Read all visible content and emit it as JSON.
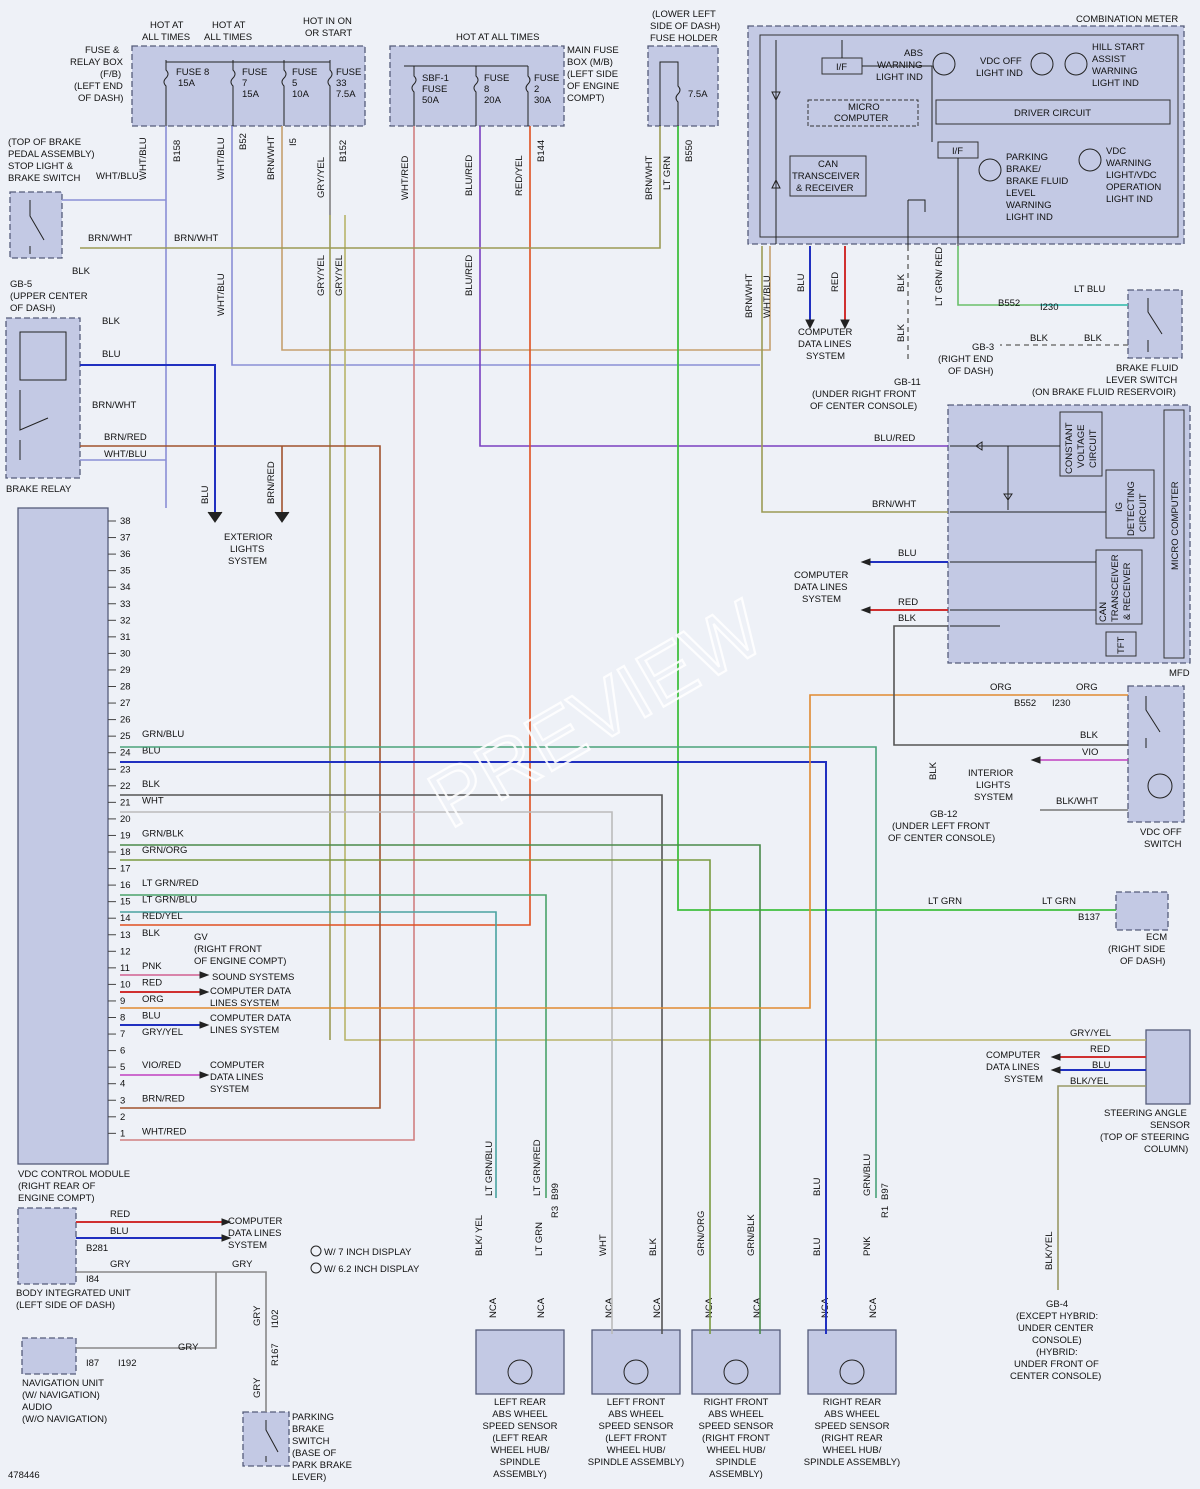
{
  "fuse_headers": {
    "hot1": "HOT AT",
    "hot1b": "ALL TIMES",
    "hot2": "HOT AT",
    "hot2b": "ALL TIMES",
    "hot3": "HOT IN ON",
    "hot3b": "OR START",
    "hot4": "HOT AT ALL TIMES",
    "fb1": "FUSE &",
    "fb2": "RELAY BOX",
    "fb3": "(F/B)",
    "fb4": "(LEFT END",
    "fb5": "OF DASH)",
    "mb1": "MAIN FUSE",
    "mb2": "BOX (M/B)",
    "mb3": "(LEFT SIDE",
    "mb4": "OF ENGINE",
    "mb5": "COMPT)",
    "lh1": "(LOWER LEFT",
    "lh2": "SIDE OF DASH)",
    "lh3": "FUSE HOLDER"
  },
  "fuses": {
    "f8": "FUSE 8",
    "f8a": "15A",
    "f7": "FUSE",
    "f7n": "7",
    "f7a": "15A",
    "f5": "FUSE",
    "f5n": "5",
    "f5a": "10A",
    "f33": "FUSE",
    "f33n": "33",
    "f33a": "7.5A",
    "sbf1": "SBF-1",
    "sbf1b": "FUSE",
    "sbf1a": "50A",
    "m8": "FUSE",
    "m8n": "8",
    "m8a": "20A",
    "m2": "FUSE",
    "m2n": "2",
    "m2a": "30A",
    "h75": "7.5A"
  },
  "combination_meter": {
    "title": "COMBINATION METER",
    "if1": "I/F",
    "abs1": "ABS",
    "abs2": "WARNING",
    "abs3": "LIGHT IND",
    "vdcoff1": "VDC OFF",
    "vdcoff2": "LIGHT IND",
    "hill1": "HILL START",
    "hill2": "ASSIST",
    "hill3": "WARNING",
    "hill4": "LIGHT IND",
    "micro1": "MICRO",
    "micro2": "COMPUTER",
    "drv": "DRIVER CIRCUIT",
    "can1": "CAN",
    "can2": "TRANSCEIVER",
    "can3": "& RECEIVER",
    "if2": "I/F",
    "park1": "PARKING",
    "park2": "BRAKE/",
    "park3": "BRAKE FLUID",
    "park4": "LEVEL",
    "park5": "WARNING",
    "park6": "LIGHT IND",
    "vdcw1": "VDC",
    "vdcw2": "WARNING",
    "vdcw3": "LIGHT/VDC",
    "vdcw4": "OPERATION",
    "vdcw5": "LIGHT IND"
  },
  "brake_switch": {
    "l1": "(TOP OF BRAKE",
    "l2": "PEDAL ASSEMBLY)",
    "l3": "STOP LIGHT &",
    "l4": "BRAKE SWITCH"
  },
  "gb5": {
    "l1": "GB-5",
    "l2": "(UPPER CENTER",
    "l3": "OF DASH)"
  },
  "brake_relay": {
    "name": "BRAKE RELAY"
  },
  "exterior": {
    "l1": "EXTERIOR",
    "l2": "LIGHTS",
    "l3": "SYSTEM"
  },
  "cdl": {
    "l1": "COMPUTER",
    "l2": "DATA LINES",
    "l3": "SYSTEM"
  },
  "gb11": {
    "l1": "GB-11",
    "l2": "(UNDER RIGHT FRONT",
    "l3": "OF CENTER CONSOLE)"
  },
  "bfl_switch": {
    "l1": "BRAKE FLUID",
    "l2": "LEVER SWITCH",
    "l3": "(ON BRAKE FLUID RESERVOIR)"
  },
  "gb3": {
    "l1": "GB-3",
    "l2": "(RIGHT END",
    "l3": "OF DASH)"
  },
  "mfd": {
    "name": "MFD",
    "cvc1": "CONSTANT",
    "cvc2": "VOLTAGE",
    "cvc3": "CIRCUIT",
    "ig1": "IG",
    "ig2": "DETECTING",
    "ig3": "CIRCUIT",
    "mc": "MICRO COMPUTER",
    "can1": "CAN",
    "can2": "TRANSCEIVER",
    "can3": "& RECEIVER",
    "tft": "TFT"
  },
  "vdc_switch": {
    "l1": "VDC OFF",
    "l2": "SWITCH"
  },
  "interior": {
    "l1": "INTERIOR",
    "l2": "LIGHTS",
    "l3": "SYSTEM"
  },
  "gb12": {
    "l1": "GB-12",
    "l2": "(UNDER LEFT FRONT",
    "l3": "OF CENTER CONSOLE)"
  },
  "ecm": {
    "l1": "ECM",
    "l2": "(RIGHT SIDE",
    "l3": "OF DASH)"
  },
  "steering": {
    "l1": "STEERING ANGLE",
    "l2": "SENSOR",
    "l3": "(TOP OF STEERING",
    "l4": "COLUMN)"
  },
  "gb4": {
    "l1": "GB-4",
    "l2": "(EXCEPT HYBRID:",
    "l3": "UNDER CENTER",
    "l4": "CONSOLE)",
    "l5": "(HYBRID:",
    "l6": "UNDER FRONT OF",
    "l7": "CENTER CONSOLE)"
  },
  "vdc_module": {
    "l1": "VDC CONTROL MODULE",
    "l2": "(RIGHT REAR OF",
    "l3": "ENGINE COMPT)"
  },
  "biu": {
    "l1": "BODY INTEGRATED UNIT",
    "l2": "(LEFT SIDE OF DASH)"
  },
  "nav": {
    "l1": "NAVIGATION UNIT",
    "l2": "(W/ NAVIGATION)",
    "l3": "AUDIO",
    "l4": "(W/O NAVIGATION)"
  },
  "notes": {
    "n1": "W/ 7 INCH DISPLAY",
    "n2": "W/ 6.2 INCH DISPLAY"
  },
  "gv": {
    "l1": "GV",
    "l2": "(RIGHT FRONT",
    "l3": "OF ENGINE COMPT)"
  },
  "side_systems": {
    "sound": "SOUND SYSTEMS",
    "cdl": "COMPUTER DATA",
    "cdl2": "LINES SYSTEM",
    "cdl3": "COMPUTER DATA",
    "cdl4": "LINES SYSTEM",
    "cdl5": "COMPUTER",
    "cdl6": "DATA LINES",
    "cdl7": "SYSTEM"
  },
  "park_switch": {
    "l1": "PARKING",
    "l2": "BRAKE",
    "l3": "SWITCH",
    "l4": "(BASE OF",
    "l5": "PARK BRAKE",
    "l6": "LEVER)"
  },
  "sensors": [
    {
      "l1": "LEFT REAR",
      "l2": "ABS WHEEL",
      "l3": "SPEED SENSOR",
      "l4": "(LEFT REAR",
      "l5": "WHEEL HUB/",
      "l6": "SPINDLE",
      "l7": "ASSEMBLY)"
    },
    {
      "l1": "LEFT FRONT",
      "l2": "ABS WHEEL",
      "l3": "SPEED SENSOR",
      "l4": "(LEFT FRONT",
      "l5": "WHEEL HUB/",
      "l6": "SPINDLE ASSEMBLY)",
      "l7": ""
    },
    {
      "l1": "RIGHT FRONT",
      "l2": "ABS WHEEL",
      "l3": "SPEED SENSOR",
      "l4": "(RIGHT FRONT",
      "l5": "WHEEL HUB/",
      "l6": "SPINDLE",
      "l7": "ASSEMBLY)"
    },
    {
      "l1": "RIGHT REAR",
      "l2": "ABS WHEEL",
      "l3": "SPEED SENSOR",
      "l4": "(RIGHT REAR",
      "l5": "WHEEL HUB/",
      "l6": "SPINDLE ASSEMBLY)",
      "l7": ""
    }
  ],
  "nca": "NCA",
  "vdc_pins": [
    {
      "pin": "38",
      "label": ""
    },
    {
      "pin": "37",
      "label": ""
    },
    {
      "pin": "36",
      "label": ""
    },
    {
      "pin": "35",
      "label": ""
    },
    {
      "pin": "34",
      "label": ""
    },
    {
      "pin": "33",
      "label": ""
    },
    {
      "pin": "32",
      "label": ""
    },
    {
      "pin": "31",
      "label": ""
    },
    {
      "pin": "30",
      "label": ""
    },
    {
      "pin": "29",
      "label": ""
    },
    {
      "pin": "28",
      "label": ""
    },
    {
      "pin": "27",
      "label": ""
    },
    {
      "pin": "26",
      "label": ""
    },
    {
      "pin": "25",
      "label": "GRN/BLU"
    },
    {
      "pin": "24",
      "label": "BLU"
    },
    {
      "pin": "23",
      "label": ""
    },
    {
      "pin": "22",
      "label": "BLK"
    },
    {
      "pin": "21",
      "label": "WHT"
    },
    {
      "pin": "20",
      "label": ""
    },
    {
      "pin": "19",
      "label": "GRN/BLK"
    },
    {
      "pin": "18",
      "label": "GRN/ORG"
    },
    {
      "pin": "17",
      "label": ""
    },
    {
      "pin": "16",
      "label": "LT GRN/RED"
    },
    {
      "pin": "15",
      "label": "LT GRN/BLU"
    },
    {
      "pin": "14",
      "label": "RED/YEL"
    },
    {
      "pin": "13",
      "label": "BLK"
    },
    {
      "pin": "12",
      "label": ""
    },
    {
      "pin": "11",
      "label": "PNK"
    },
    {
      "pin": "10",
      "label": "RED"
    },
    {
      "pin": "9",
      "label": "ORG"
    },
    {
      "pin": "8",
      "label": "BLU"
    },
    {
      "pin": "7",
      "label": "GRY/YEL"
    },
    {
      "pin": "6",
      "label": ""
    },
    {
      "pin": "5",
      "label": "VIO/RED"
    },
    {
      "pin": "4",
      "label": ""
    },
    {
      "pin": "3",
      "label": "BRN/RED"
    },
    {
      "pin": "2",
      "label": ""
    },
    {
      "pin": "1",
      "label": "WHT/RED"
    }
  ],
  "wires": {
    "wht_blu": "WHT/BLU",
    "brn_wht": "BRN/WHT",
    "blk": "BLK",
    "blu": "BLU",
    "brn_red": "BRN/RED",
    "wht_blu2": "WHT/BLU",
    "grn_yel": "GRY/YEL",
    "blu_red": "BLU/RED",
    "red_yel": "RED/YEL",
    "wht_red": "WHT/RED",
    "lt_grn": "LT GRN",
    "red": "RED",
    "org": "ORG",
    "vio": "VIO",
    "blk_wht": "BLK/WHT",
    "lt_blu": "LT BLU",
    "gry": "GRY",
    "blk_yel": "BLK/YEL",
    "lt_grn_red": "LT GRN/RED",
    "lt_grn_blu": "LT GRN/BLU",
    "grn_org": "GRN/ORG",
    "grn_blk": "GRN/BLK",
    "grn_blu": "GRN/BLU",
    "pnk": "PNK",
    "wht": "WHT",
    "lt_grn_red2": "LT GRN/ RED",
    "blk_yel2": "BLK/ YEL"
  },
  "connectors": {
    "b158": "B158",
    "b52": "B52",
    "i5": "I5",
    "b152": "B152",
    "b144": "B144",
    "b550": "B550",
    "b552": "B552",
    "i230": "I230",
    "b137": "B137",
    "b281": "B281",
    "i84": "I84",
    "i87": "I87",
    "i192": "I192",
    "i102": "I102",
    "r167": "R167",
    "b99": "B99",
    "r3": "R3",
    "b97": "B97",
    "r1": "R1"
  },
  "footer": {
    "id": "478446"
  },
  "watermark": "PREVIEW"
}
